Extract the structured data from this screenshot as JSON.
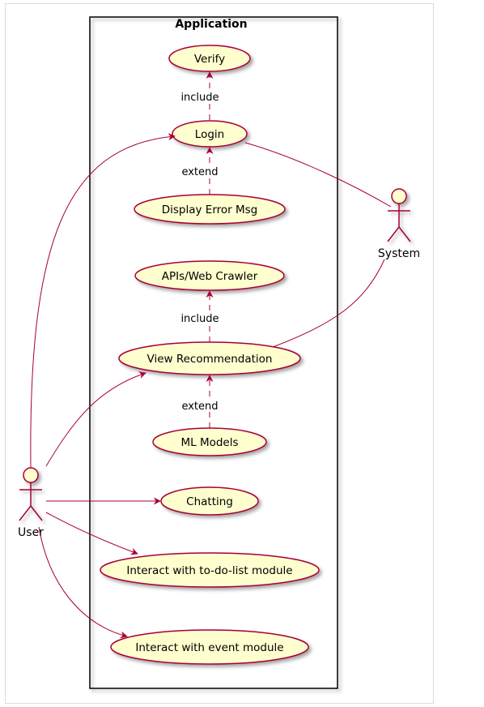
{
  "colors": {
    "usecase_fill": "#FEFECE",
    "stroke": "#A80036",
    "boundary": "#000000"
  },
  "boundary": {
    "title": "Application"
  },
  "actors": {
    "user": {
      "label": "User"
    },
    "system": {
      "label": "System"
    }
  },
  "usecases": {
    "verify": "Verify",
    "login": "Login",
    "display_error": "Display Error Msg",
    "apis": "APIs/Web Crawler",
    "view_rec": "View Recommendation",
    "ml_models": "ML Models",
    "chatting": "Chatting",
    "todo": "Interact with to-do-list module",
    "event": "Interact with event module"
  },
  "relations": {
    "login_verify": "include",
    "error_login": "extend",
    "view_apis": "include",
    "ml_view": "extend"
  }
}
